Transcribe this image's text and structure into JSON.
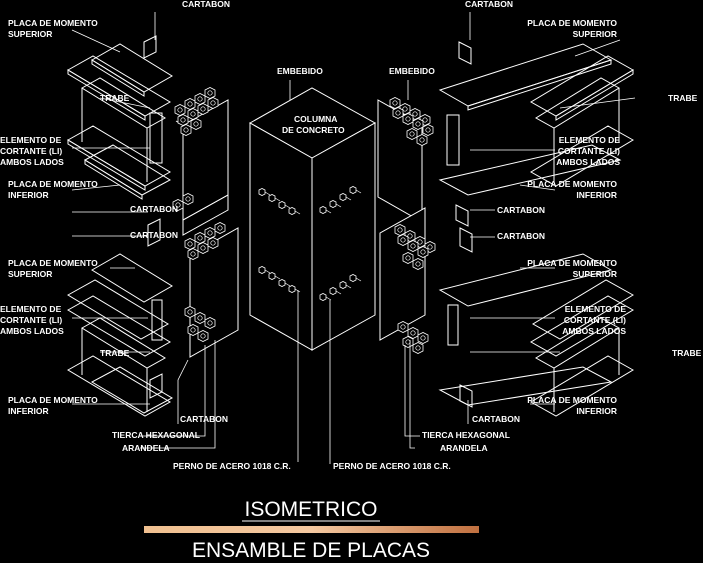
{
  "labels": {
    "cartabon": "CARTABON",
    "placa_sup_1": "PLACA DE MOMENTO",
    "placa_sup_2": "SUPERIOR",
    "placa_inf_1": "PLACA DE MOMENTO",
    "placa_inf_2": "INFERIOR",
    "trabe": "TRABE",
    "elem_1": "ELEMENTO DE",
    "elem_2": "CORTANTE (LI)",
    "elem_3": "AMBOS LADOS",
    "embebido": "EMBEBIDO",
    "columna_1": "COLUMNA",
    "columna_2": "DE CONCRETO",
    "tierca": "TIERCA HEXAGONAL",
    "arandela": "ARANDELA",
    "perno": "PERNO DE ACERO 1018 C.R."
  },
  "titles": {
    "main": "ISOMETRICO",
    "sub": "ENSAMBLE DE PLACAS"
  },
  "colors": {
    "background": "#000000",
    "lines": "#ffffff",
    "bar_start": "#f0c090",
    "bar_end": "#c07040"
  }
}
